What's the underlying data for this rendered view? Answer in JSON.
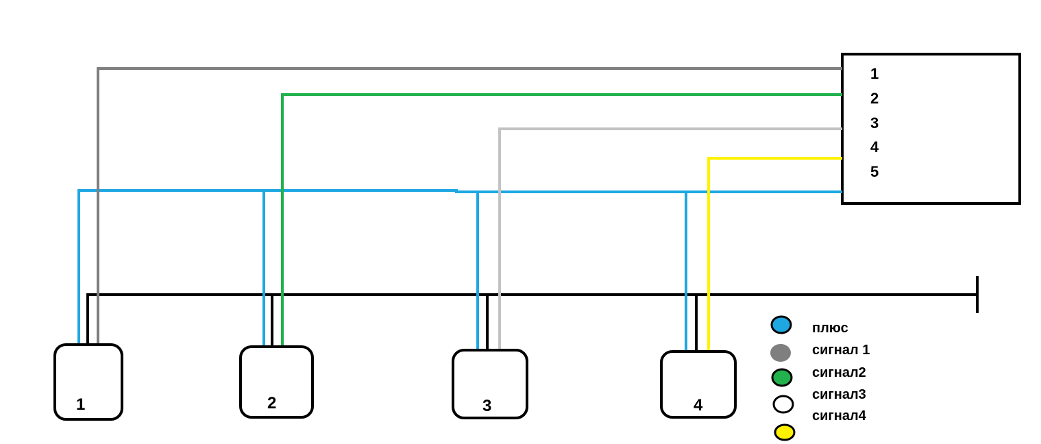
{
  "controller": {
    "pins": [
      "1",
      "2",
      "3",
      "4",
      "5"
    ]
  },
  "sensors": [
    {
      "label": "1"
    },
    {
      "label": "2"
    },
    {
      "label": "3"
    },
    {
      "label": "4"
    }
  ],
  "colors": {
    "plus": "#1ea7e1",
    "signal1": "#7f7f7f",
    "signal2": "#22b14c",
    "signal3": "#c3c3c3",
    "signal4": "#fff200",
    "ground": "#000000"
  },
  "legend": [
    {
      "label": "плюс",
      "color": "#1ea7e1"
    },
    {
      "label": "сигнал 1",
      "color": "#7f7f7f"
    },
    {
      "label": "сигнал2",
      "color": "#22b14c"
    },
    {
      "label": "сигнал3",
      "color": "#ffffff"
    },
    {
      "label": "сигнал4",
      "color": "#fff200"
    }
  ]
}
